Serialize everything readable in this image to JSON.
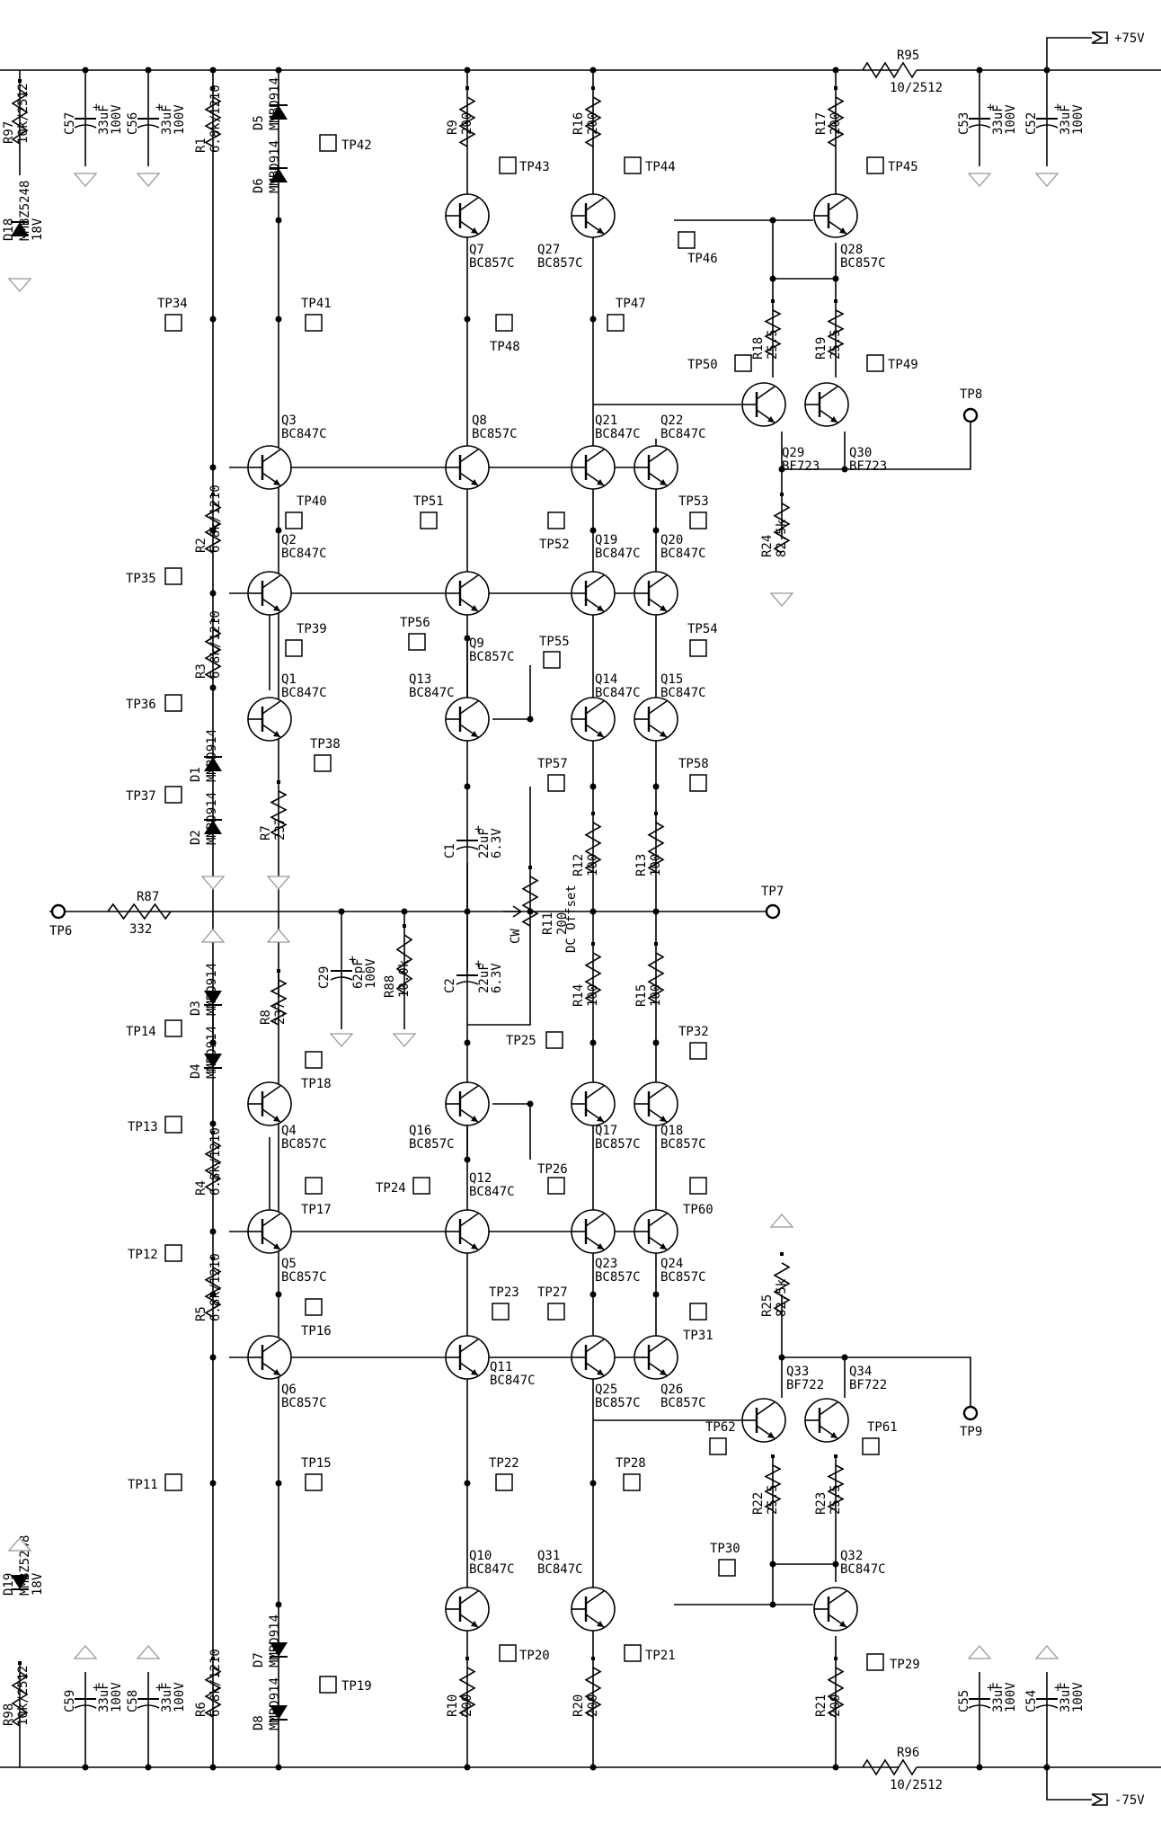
{
  "rails": {
    "positive": "+75V",
    "negative": "-75V"
  },
  "transistors": [
    {
      "ref": "Q1",
      "part": "BC847C"
    },
    {
      "ref": "Q2",
      "part": "BC847C"
    },
    {
      "ref": "Q3",
      "part": "BC847C"
    },
    {
      "ref": "Q4",
      "part": "BC857C"
    },
    {
      "ref": "Q5",
      "part": "BC857C"
    },
    {
      "ref": "Q6",
      "part": "BC857C"
    },
    {
      "ref": "Q7",
      "part": "BC857C"
    },
    {
      "ref": "Q8",
      "part": "BC857C"
    },
    {
      "ref": "Q9",
      "part": "BC857C"
    },
    {
      "ref": "Q10",
      "part": "BC847C"
    },
    {
      "ref": "Q11",
      "part": "BC847C"
    },
    {
      "ref": "Q12",
      "part": "BC847C"
    },
    {
      "ref": "Q13",
      "part": "BC847C"
    },
    {
      "ref": "Q14",
      "part": "BC847C"
    },
    {
      "ref": "Q15",
      "part": "BC847C"
    },
    {
      "ref": "Q16",
      "part": "BC857C"
    },
    {
      "ref": "Q17",
      "part": "BC857C"
    },
    {
      "ref": "Q18",
      "part": "BC857C"
    },
    {
      "ref": "Q19",
      "part": "BC847C"
    },
    {
      "ref": "Q20",
      "part": "BC847C"
    },
    {
      "ref": "Q21",
      "part": "BC847C"
    },
    {
      "ref": "Q22",
      "part": "BC847C"
    },
    {
      "ref": "Q23",
      "part": "BC857C"
    },
    {
      "ref": "Q24",
      "part": "BC857C"
    },
    {
      "ref": "Q25",
      "part": "BC857C"
    },
    {
      "ref": "Q26",
      "part": "BC857C"
    },
    {
      "ref": "Q27",
      "part": "BC857C"
    },
    {
      "ref": "Q28",
      "part": "BC857C"
    },
    {
      "ref": "Q29",
      "part": "BF723"
    },
    {
      "ref": "Q30",
      "part": "BF723"
    },
    {
      "ref": "Q31",
      "part": "BC847C"
    },
    {
      "ref": "Q32",
      "part": "BC847C"
    },
    {
      "ref": "Q33",
      "part": "BF722"
    },
    {
      "ref": "Q34",
      "part": "BF722"
    }
  ],
  "resistors": [
    {
      "ref": "R1",
      "value": "6.8k/1210"
    },
    {
      "ref": "R2",
      "value": "6.8k/1210"
    },
    {
      "ref": "R3",
      "value": "6.8k/1210"
    },
    {
      "ref": "R4",
      "value": "6.8k/1210"
    },
    {
      "ref": "R5",
      "value": "6.8k/1210"
    },
    {
      "ref": "R6",
      "value": "6.8k/1210"
    },
    {
      "ref": "R7",
      "value": "237"
    },
    {
      "ref": "R8",
      "value": "237"
    },
    {
      "ref": "R9",
      "value": "200"
    },
    {
      "ref": "R10",
      "value": "200"
    },
    {
      "ref": "R11",
      "value": "200"
    },
    {
      "ref": "R12",
      "value": "100"
    },
    {
      "ref": "R13",
      "value": "100"
    },
    {
      "ref": "R14",
      "value": "100"
    },
    {
      "ref": "R15",
      "value": "100"
    },
    {
      "ref": "R16",
      "value": "200"
    },
    {
      "ref": "R17",
      "value": "200"
    },
    {
      "ref": "R18",
      "value": "25.5"
    },
    {
      "ref": "R19",
      "value": "25.5"
    },
    {
      "ref": "R20",
      "value": "200"
    },
    {
      "ref": "R21",
      "value": "200"
    },
    {
      "ref": "R22",
      "value": "25.5"
    },
    {
      "ref": "R23",
      "value": "25.5"
    },
    {
      "ref": "R24",
      "value": "82.5k"
    },
    {
      "ref": "R25",
      "value": "82.5k"
    },
    {
      "ref": "R87",
      "value": "332"
    },
    {
      "ref": "R88",
      "value": "10.0k"
    },
    {
      "ref": "R95",
      "value": "10/2512"
    },
    {
      "ref": "R96",
      "value": "10/2512"
    },
    {
      "ref": "R97",
      "value": "10k/2512"
    },
    {
      "ref": "R98",
      "value": "10k/2512"
    }
  ],
  "capacitors": [
    {
      "ref": "C1",
      "value": "22uF",
      "voltage": "6.3V"
    },
    {
      "ref": "C2",
      "value": "22uF",
      "voltage": "6.3V"
    },
    {
      "ref": "C29",
      "value": "62pF",
      "voltage": "100V"
    },
    {
      "ref": "C52",
      "value": "33uF",
      "voltage": "100V"
    },
    {
      "ref": "C53",
      "value": "33uF",
      "voltage": "100V"
    },
    {
      "ref": "C54",
      "value": "33uF",
      "voltage": "100V"
    },
    {
      "ref": "C55",
      "value": "33uF",
      "voltage": "100V"
    },
    {
      "ref": "C56",
      "value": "33uF",
      "voltage": "100V"
    },
    {
      "ref": "C57",
      "value": "33uF",
      "voltage": "100V"
    },
    {
      "ref": "C58",
      "value": "33uF",
      "voltage": "100V"
    },
    {
      "ref": "C59",
      "value": "33uF",
      "voltage": "100V"
    }
  ],
  "diodes": [
    {
      "ref": "D1",
      "part": "MMBD914"
    },
    {
      "ref": "D2",
      "part": "MMBD914"
    },
    {
      "ref": "D3",
      "part": "MMBD914"
    },
    {
      "ref": "D4",
      "part": "MMBD914"
    },
    {
      "ref": "D5",
      "part": "MMBD914"
    },
    {
      "ref": "D6",
      "part": "MMBD914"
    },
    {
      "ref": "D7",
      "part": "MMBD914"
    },
    {
      "ref": "D8",
      "part": "MMBD914"
    },
    {
      "ref": "D18",
      "part": "MMBZ5248",
      "voltage": "18V"
    },
    {
      "ref": "D19",
      "part": "MMBZ5248",
      "voltage": "18V"
    }
  ],
  "test_points": [
    "TP6",
    "TP7",
    "TP8",
    "TP9",
    "TP11",
    "TP12",
    "TP13",
    "TP14",
    "TP15",
    "TP16",
    "TP17",
    "TP18",
    "TP19",
    "TP20",
    "TP21",
    "TP22",
    "TP23",
    "TP24",
    "TP25",
    "TP26",
    "TP27",
    "TP28",
    "TP29",
    "TP30",
    "TP31",
    "TP32",
    "TP34",
    "TP35",
    "TP36",
    "TP37",
    "TP38",
    "TP39",
    "TP40",
    "TP41",
    "TP42",
    "TP43",
    "TP44",
    "TP45",
    "TP46",
    "TP47",
    "TP48",
    "TP49",
    "TP50",
    "TP51",
    "TP52",
    "TP53",
    "TP54",
    "TP55",
    "TP56",
    "TP57",
    "TP58",
    "TP60",
    "TP61",
    "TP62"
  ],
  "annotations": {
    "dc_offset": "DC Offset",
    "wiper": "CW"
  }
}
